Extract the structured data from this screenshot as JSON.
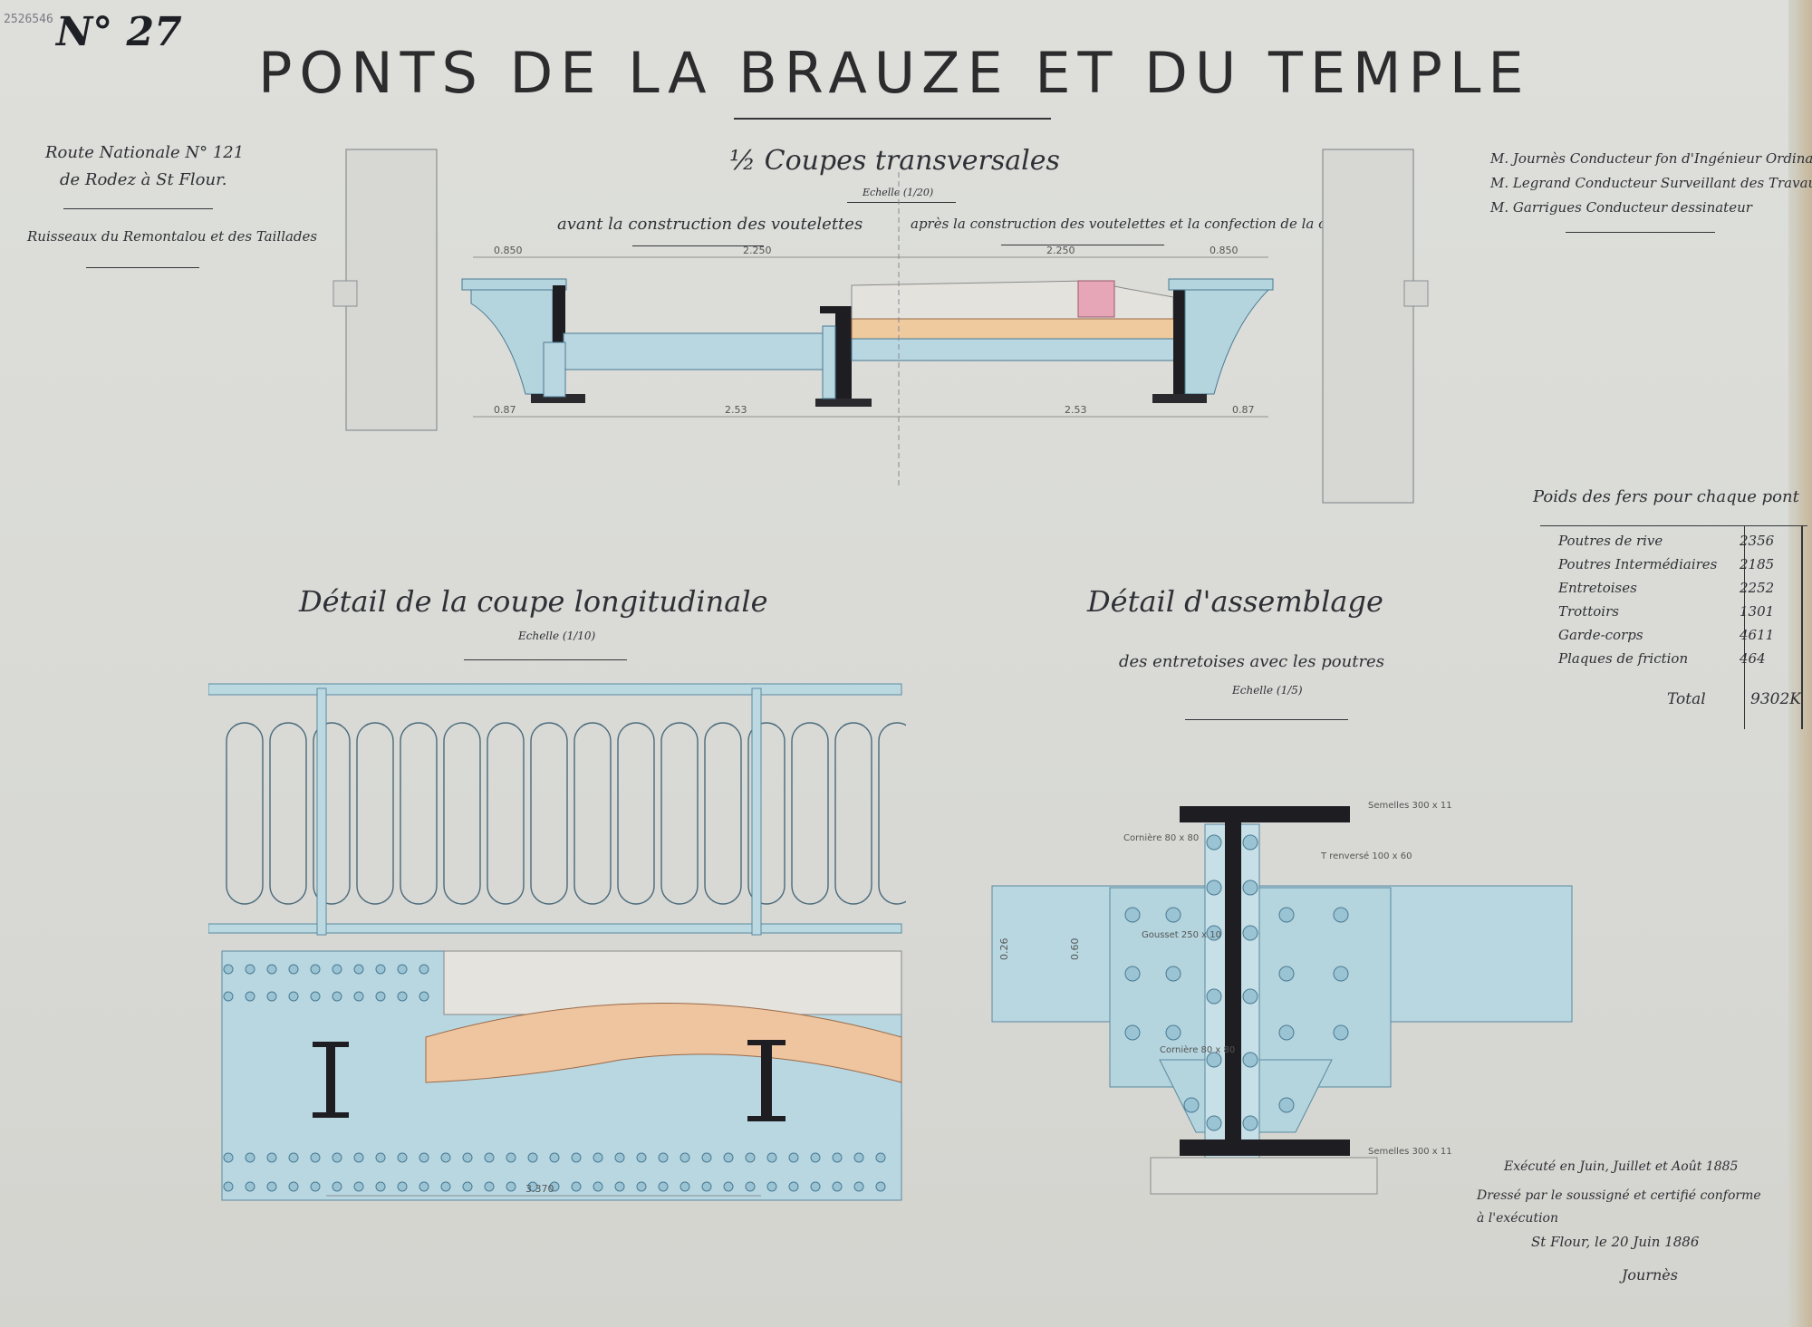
{
  "sheet": {
    "stamp": "2526546",
    "number": "N° 27",
    "title": "PONTS DE LA BRAUZE ET DU TEMPLE"
  },
  "route": {
    "line1": "Route Nationale N° 121",
    "line2": "de Rodez à St Flour.",
    "line3": "Ruisseaux du Remontalou et des Taillades"
  },
  "authors": {
    "line1": "M. Journès Conducteur fon d'Ingénieur Ordinaire",
    "line2": "M. Legrand Conducteur Surveillant des Travaux",
    "line3": "M. Garrigues Conducteur dessinateur"
  },
  "cross_section": {
    "title": "½ Coupes transversales",
    "scale": "Echelle (1/20)",
    "left_caption": "avant la construction des voutelettes",
    "right_caption": "après la construction des voutelettes et la confection de la chaussée",
    "top_dims": [
      "0.850",
      "2.250",
      "2.250",
      "0.850"
    ],
    "bottom_dims": [
      "0.87",
      "2.53",
      "2.53",
      "0.87"
    ]
  },
  "longitudinal": {
    "title": "Détail de la coupe longitudinale",
    "scale": "Echelle (1/10)",
    "bottom_dim": "3.370"
  },
  "assembly": {
    "title": "Détail d'assemblage",
    "subtitle": "des entretoises avec les poutres",
    "scale": "Echelle (1/5)",
    "label_top_flange": "Semelles 300 x 11",
    "label_bottom_flange": "Semelles 300 x 11",
    "label_gusset": "Gousset 250 x 10",
    "label_angle_top": "Cornière 80 x 80",
    "label_angle_bottom": "Cornière 80 x 80",
    "label_tee": "T renversé 100 x 60",
    "dim_left": "0.26",
    "dim_left2": "0.60"
  },
  "weights": {
    "title": "Poids des fers pour chaque pont",
    "rows": [
      {
        "label": "Poutres de rive",
        "value": "2356"
      },
      {
        "label": "Poutres Intermédiaires",
        "value": "2185"
      },
      {
        "label": "Entretoises",
        "value": "2252"
      },
      {
        "label": "Trottoirs",
        "value": "1301"
      },
      {
        "label": "Garde-corps",
        "value": "4611"
      },
      {
        "label": "Plaques de friction",
        "value": "464"
      }
    ],
    "total_label": "Total",
    "total_value": "9302K"
  },
  "signature": {
    "line1": "Exécuté en Juin, Juillet et Août 1885",
    "line2": "Dressé par le soussigné et certifié conforme",
    "line3": "à l'exécution",
    "line4": "St Flour, le 20 Juin 1886",
    "name": "Journès"
  }
}
